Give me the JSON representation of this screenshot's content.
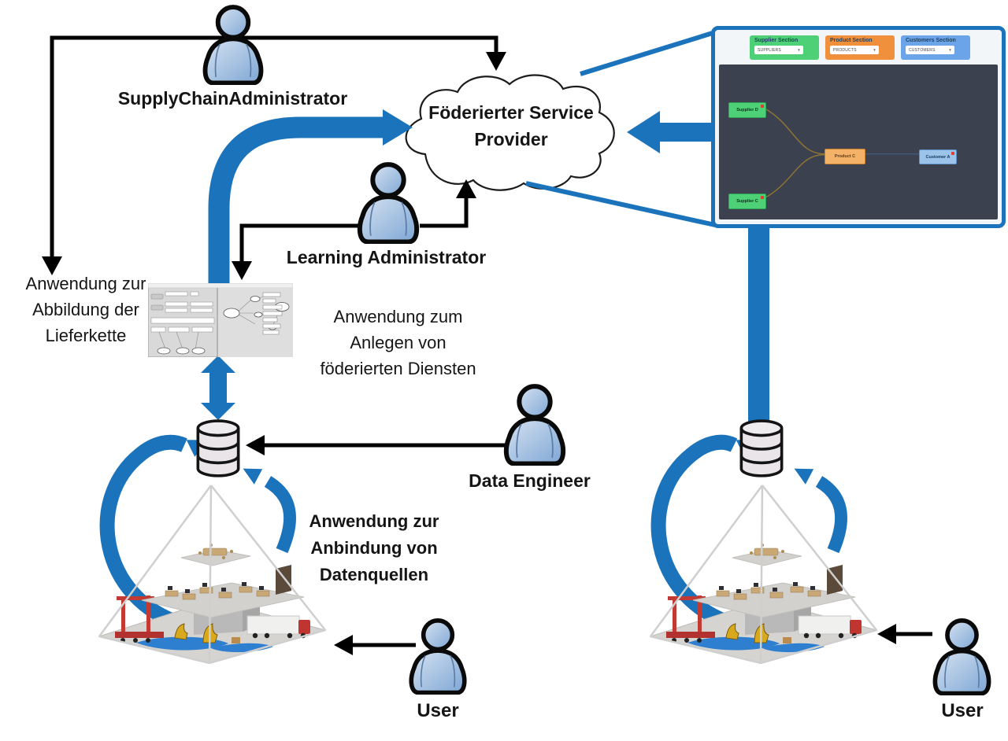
{
  "cloud": {
    "line1": "Föderierter Service",
    "line2": "Provider"
  },
  "actors": {
    "supply_chain_admin": "SupplyChainAdministrator",
    "learning_admin": "Learning Administrator",
    "data_engineer": "Data Engineer",
    "user_left": "User",
    "user_right": "User"
  },
  "labels": {
    "app_mapping": [
      "Anwendung zur",
      "Abbildung der",
      "Lieferkette"
    ],
    "app_create": [
      "Anwendung zum",
      "Anlegen von",
      "föderierten Diensten"
    ],
    "app_connect": [
      "Anwendung zur",
      "Anbindung von",
      "Datenquellen"
    ]
  },
  "panel": {
    "sections": [
      {
        "title": "Supplier Section",
        "dropdown": "SUPPLIERS",
        "color": "#4ed077"
      },
      {
        "title": "Product Section",
        "dropdown": "PRODUCTS",
        "color": "#f1903c"
      },
      {
        "title": "Customers Section",
        "dropdown": "CUSTOMERS",
        "color": "#6ba4e9"
      }
    ],
    "graph_nodes": [
      {
        "label": "Supplier D",
        "type": "supplier"
      },
      {
        "label": "Supplier C",
        "type": "supplier"
      },
      {
        "label": "Product C",
        "type": "product"
      },
      {
        "label": "Customer A",
        "type": "customer"
      }
    ]
  },
  "colors": {
    "arrow_blue": "#1b74bb",
    "canvas_dark": "#3b414f",
    "node_supplier": "#4ed077",
    "node_product": "#f4b269",
    "node_customer": "#9cc3ea",
    "edge_tan": "#8f7434"
  }
}
